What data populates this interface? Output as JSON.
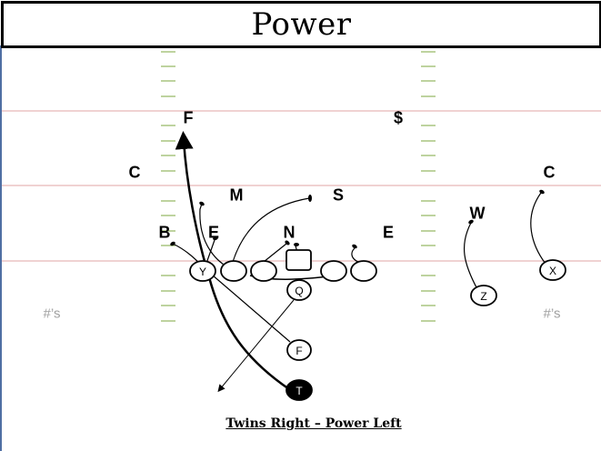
{
  "title": "Power",
  "caption": "Twins Right – Power Left",
  "field": {
    "hash_label_left": "#’s",
    "hash_label_right": "#’s",
    "yard_line_color": "#e8b8b8",
    "hash_color": "#a9c47f"
  },
  "defense": [
    {
      "id": "F",
      "label": "F"
    },
    {
      "id": "$",
      "label": "$"
    },
    {
      "id": "C-left",
      "label": "C"
    },
    {
      "id": "C-right",
      "label": "C"
    },
    {
      "id": "M",
      "label": "M"
    },
    {
      "id": "S",
      "label": "S"
    },
    {
      "id": "W",
      "label": "W"
    },
    {
      "id": "B",
      "label": "B"
    },
    {
      "id": "E-left",
      "label": "E"
    },
    {
      "id": "N",
      "label": "N"
    },
    {
      "id": "E-right",
      "label": "E"
    }
  ],
  "offense": [
    {
      "id": "Y",
      "label": "Y"
    },
    {
      "id": "Q",
      "label": "Q"
    },
    {
      "id": "F",
      "label": "F"
    },
    {
      "id": "T",
      "label": "T"
    },
    {
      "id": "Z",
      "label": "Z"
    },
    {
      "id": "X",
      "label": "X"
    }
  ]
}
